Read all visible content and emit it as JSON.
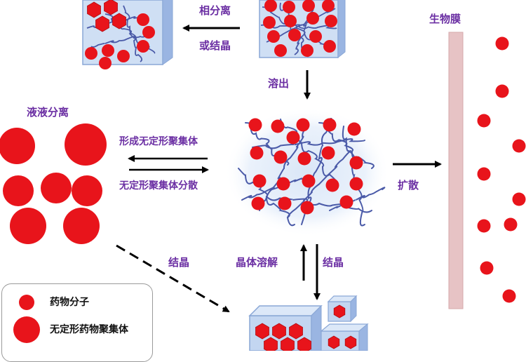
{
  "labels": {
    "phase_separation_or_crystallization": [
      "相分离",
      "或结晶"
    ],
    "dissolution": "溶出",
    "biomembrane": "生物膜",
    "liquid_liquid_separation": "液液分离",
    "form_amorphous_aggregate": "形成无定形聚集体",
    "amorphous_aggregate_dispersion": "无定形聚集体分散",
    "diffusion": "扩散",
    "crystallization_left": "结晶",
    "crystal_dissolution": "晶体溶解",
    "crystallization_right": "结晶"
  },
  "legend": {
    "drug_molecule": "药物分子",
    "amorphous_drug_aggregate": "无定形药物聚集体"
  },
  "colors": {
    "drug": "#e8141b",
    "label": "#6b2fa3",
    "membrane": "#e7c3c5",
    "polymer": "#4a5aa8",
    "cube": "#bcd2ef"
  }
}
